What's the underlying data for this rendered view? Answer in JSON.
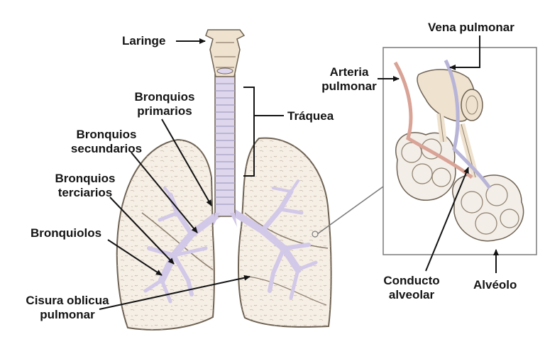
{
  "labels": {
    "laringe": "Laringe",
    "bronquios_primarios": [
      "Bronquios",
      "primarios"
    ],
    "traquea": "Tráquea",
    "bronquios_secundarios": [
      "Bronquios",
      "secundarios"
    ],
    "bronquios_terciarios": [
      "Bronquios",
      "terciarios"
    ],
    "bronquiolos": "Bronquiolos",
    "cisura": [
      "Cisura oblicua",
      "pulmonar"
    ],
    "arteria": [
      "Arteria",
      "pulmonar"
    ],
    "vena": "Vena pulmonar",
    "conducto": [
      "Conducto",
      "alveolar"
    ],
    "alveolo": "Alvéolo"
  },
  "colors": {
    "lung_fill": "#f6efe6",
    "lung_outline": "#6e6253",
    "bronchi": "#d2c8e8",
    "trachea": "#ddd6ec",
    "artery": "#d9a396",
    "vein": "#b7b4d8",
    "alveoli": "#f3eee8",
    "ink": "#141414"
  }
}
